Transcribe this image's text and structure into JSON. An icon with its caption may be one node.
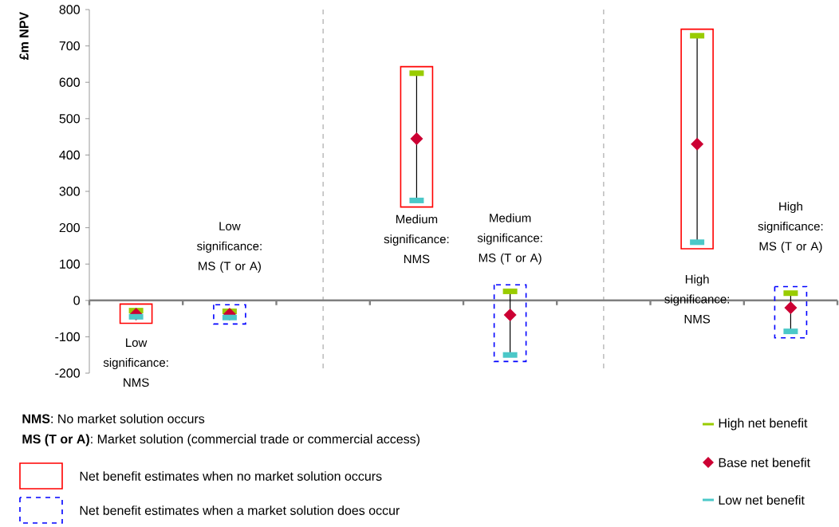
{
  "diagram": {
    "labels": [
      "**NMS**: No market solution occurs",
      "**MS (T or A)**: Market solution (commercial trade or commercial access)"
    ],
    "legend": [
      {
        "text": "Net benefit estimates when no market solution occurs"
      },
      {
        "text": "Net benefit estimates when a market solution does occur"
      }
    ],
    "chart_data": {
      "type": "scatter",
      "ylabel": "£m NPV",
      "categories": [
        "Low significance: NMS",
        "Low significance: MS (T or A)",
        null,
        "Medium significance: NMS",
        "Medium significance: MS (T or A)",
        null,
        "High significance: NMS",
        "High significance: MS (T or A)"
      ],
      "series": [
        {
          "name": "High net benefit",
          "color": "#99cc00",
          "values": [
            -28,
            -30,
            null,
            625,
            25,
            null,
            728,
            20
          ]
        },
        {
          "name": "Base net benefit",
          "color": "#cc0033",
          "values": [
            -38,
            -38,
            null,
            445,
            -40,
            null,
            430,
            -20
          ]
        },
        {
          "name": "Low net benefit",
          "color": "#4bc8c8",
          "values": [
            -45,
            -47,
            null,
            275,
            -150,
            null,
            160,
            -85
          ]
        }
      ],
      "legend": "bottom right",
      "ylim": [
        -200,
        800
      ],
      "yticks": [
        -200,
        -100,
        0,
        100,
        200,
        300,
        400,
        500,
        600,
        700,
        800
      ]
    }
  }
}
